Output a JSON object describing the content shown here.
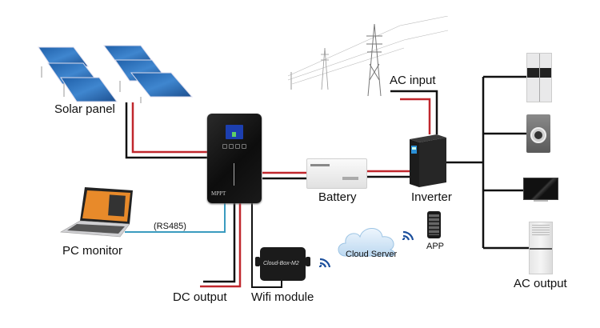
{
  "labels": {
    "solar_panel": "Solar panel",
    "pc_monitor": "PC monitor",
    "rs485": "(RS485)",
    "battery": "Battery",
    "inverter": "Inverter",
    "ac_input": "AC input",
    "dc_output": "DC output",
    "wifi_module": "Wifi module",
    "cloud_server": "Cloud Server",
    "app": "APP",
    "ac_output": "AC output"
  },
  "devices": {
    "controller_brand": "MPPT",
    "wifi_module_name": "Cloud-Box-M2"
  },
  "colors": {
    "wire_positive": "#c0272d",
    "wire_negative": "#111111",
    "wire_comm": "#3a9bbf"
  }
}
